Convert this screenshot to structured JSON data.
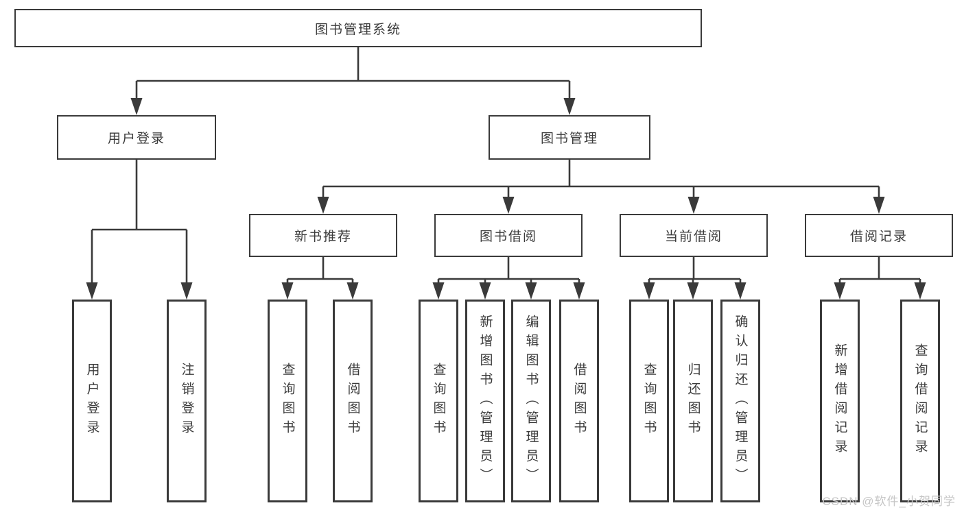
{
  "title": "图书管理系统",
  "watermark": {
    "text": "CSDN @软件_小贺同学",
    "color": "#c6c6c6"
  },
  "colors": {
    "line": "#3a3a3a",
    "box_border": "#3a3a3a",
    "box_fill": "#ffffff",
    "text": "#3b3b3b",
    "background": "#ffffff"
  },
  "tree": {
    "label": "图书管理系统",
    "children": [
      {
        "label": "用户登录",
        "children": [
          {
            "label": "用户登录"
          },
          {
            "label": "注销登录"
          }
        ]
      },
      {
        "label": "图书管理",
        "children": [
          {
            "label": "新书推荐",
            "children": [
              {
                "label": "查询图书"
              },
              {
                "label": "借阅图书"
              }
            ]
          },
          {
            "label": "图书借阅",
            "children": [
              {
                "label": "查询图书"
              },
              {
                "label": "新增图书（管理员）"
              },
              {
                "label": "编辑图书（管理员）"
              },
              {
                "label": "借阅图书"
              }
            ]
          },
          {
            "label": "当前借阅",
            "children": [
              {
                "label": "查询图书"
              },
              {
                "label": "归还图书"
              },
              {
                "label": "确认归还（管理员）"
              }
            ]
          },
          {
            "label": "借阅记录",
            "children": [
              {
                "label": "新增借阅记录"
              },
              {
                "label": "查询借阅记录"
              }
            ]
          }
        ]
      }
    ]
  }
}
